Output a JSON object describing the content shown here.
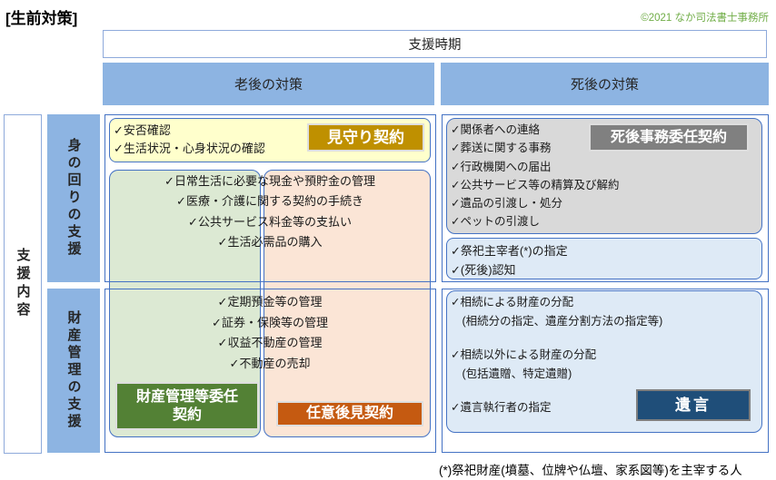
{
  "colors": {
    "border-blue": "#4472C4",
    "light-border-blue": "#8EAADB",
    "header-blue": "#8DB4E2",
    "yellow-fill": "#FFFFCC",
    "gold-label": "#BF9000",
    "green-fill": "#DCE9D3",
    "pink-fill": "#FBE5D6",
    "green-label": "#538135",
    "orange-label": "#C55A11",
    "gray-fill": "#D9D9D9",
    "gray-label": "#808080",
    "lightblue-fill": "#DEEAF6",
    "navy-label": "#1F4E79",
    "badge-border": "#DEDEDE",
    "copyright-green": "#70AD47"
  },
  "page": {
    "title": "[生前対策]",
    "copyright": "©2021 なか司法書士事務所",
    "footnote": "(*)祭祀財産(墳墓、位牌や仏壇、家系図等)を主宰する人"
  },
  "matrix": {
    "period_header": "支援時期",
    "content_header": "支援内容",
    "columns": [
      {
        "label": "老後の対策"
      },
      {
        "label": "死後の対策"
      }
    ],
    "rows": [
      {
        "label": "身の回りの支援"
      },
      {
        "label": "財産管理の支援"
      }
    ]
  },
  "mimamori": {
    "items": [
      "✓安否確認",
      "✓生活状況・心身状況の確認"
    ],
    "label": "見守り契約"
  },
  "daily_management": {
    "items": [
      "✓日常生活に必要な現金や預貯金の管理",
      "✓医療・介護に関する契約の手続き",
      "✓公共サービス料金等の支払い",
      "✓生活必需品の購入"
    ]
  },
  "asset_management": {
    "items": [
      "✓定期預金等の管理",
      "✓証券・保険等の管理",
      "✓収益不動産の管理",
      "✓不動産の売却"
    ],
    "zaisan_label_lines": [
      "財産管理等委任",
      "契約"
    ],
    "guardianship_label": "任意後見契約"
  },
  "after_death_affairs": {
    "items": [
      "✓関係者への連絡",
      "✓葬送に関する事務",
      "✓行政機関への届出",
      "✓公共サービス等の精算及び解約",
      "✓遺品の引渡し・処分",
      "✓ペットの引渡し"
    ],
    "label": "死後事務委任契約"
  },
  "rites": {
    "items": [
      "✓祭祀主宰者(*)の指定",
      "✓(死後)認知"
    ]
  },
  "will": {
    "items": [
      "✓相続による財産の分配",
      "　(相続分の指定、遺産分割方法の指定等)",
      "✓相続以外による財産の分配",
      "　(包括遺贈、特定遺贈)",
      "✓遺言執行者の指定"
    ],
    "label": "遺言"
  }
}
